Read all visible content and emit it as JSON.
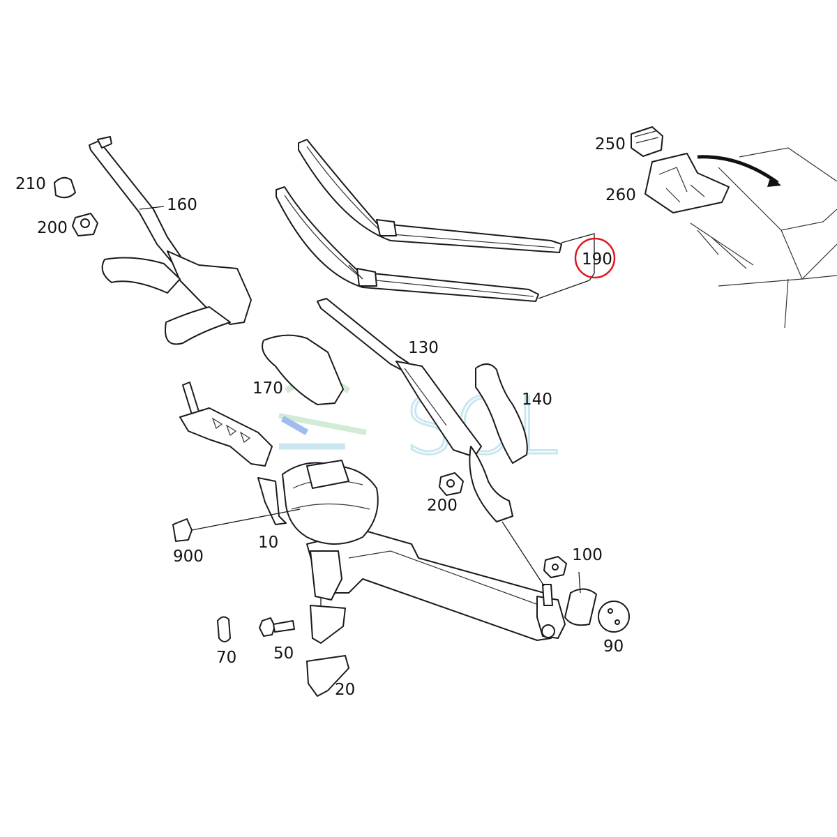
{
  "callouts": {
    "c210": "210",
    "c200a": "200",
    "c160": "160",
    "c190": "190",
    "c250": "250",
    "c260": "260",
    "c170": "170",
    "c130": "130",
    "c140": "140",
    "c200b": "200",
    "c900": "900",
    "c10": "10",
    "c100": "100",
    "c90": "90",
    "c70": "70",
    "c50": "50",
    "c20": "20"
  },
  "highlighted_callout": "190",
  "watermark": {
    "text": "SOL",
    "colors": [
      "#bfe3ee",
      "#c9e8cf",
      "#8fb3ea"
    ]
  },
  "colors": {
    "highlight": "#e0151b",
    "line": "#1a1a1a"
  }
}
